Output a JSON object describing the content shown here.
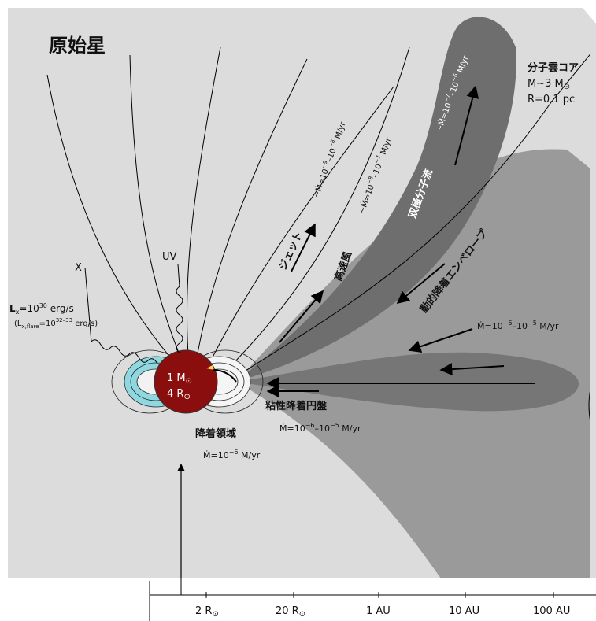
{
  "title": "原始星",
  "core": {
    "title": "分子雲コア",
    "mass": "M~3 M",
    "radius": "R=0.1 pc"
  },
  "star": {
    "mass": "1 M",
    "radius": "4 R"
  },
  "jet": {
    "label": "ジェット",
    "rate": "~Ṁ=10",
    "rate_exp": "−9",
    "rate_mid": "–10",
    "rate_exp2": "−8",
    "rate_unit": " M/yr"
  },
  "fast_wind": {
    "label": "高速風",
    "rate": "~Ṁ=10",
    "rate_exp": "−8",
    "rate_mid": "–10",
    "rate_exp2": "−7",
    "rate_unit": " M/yr"
  },
  "outflow": {
    "label": "双極分子流",
    "rate": "~Ṁ=10",
    "rate_exp": "−7",
    "rate_mid": "–10",
    "rate_exp2": "−6",
    "rate_unit": " M/yr"
  },
  "envelope": {
    "label": "動的降着エンベロープ",
    "rate": "Ṁ=10",
    "rate_exp": "−6",
    "rate_mid": "–10",
    "rate_exp2": "−5",
    "rate_unit": " M/yr"
  },
  "disk": {
    "label": "粘性降着円盤",
    "rate": "Ṁ=10",
    "rate_exp": "−6",
    "rate_mid": "–10",
    "rate_exp2": "−5",
    "rate_unit": " M/yr"
  },
  "accretion": {
    "label": "降着領域",
    "rate": "Ṁ=10",
    "rate_exp": "−6",
    "rate_unit": " M/yr"
  },
  "uv": "UV",
  "xray": {
    "label": "X",
    "lum": "L",
    "lum_sub": "x",
    "lum_val": "=10",
    "lum_exp": "30",
    "lum_unit": " erg/s",
    "flare": "(L",
    "flare_sub": "x,flare",
    "flare_val": "=10",
    "flare_exp": "32–33",
    "flare_unit": " erg/s)"
  },
  "axis": {
    "ticks": [
      "2 R",
      "20 R",
      "1 AU",
      "10 AU",
      "100 AU"
    ]
  }
}
